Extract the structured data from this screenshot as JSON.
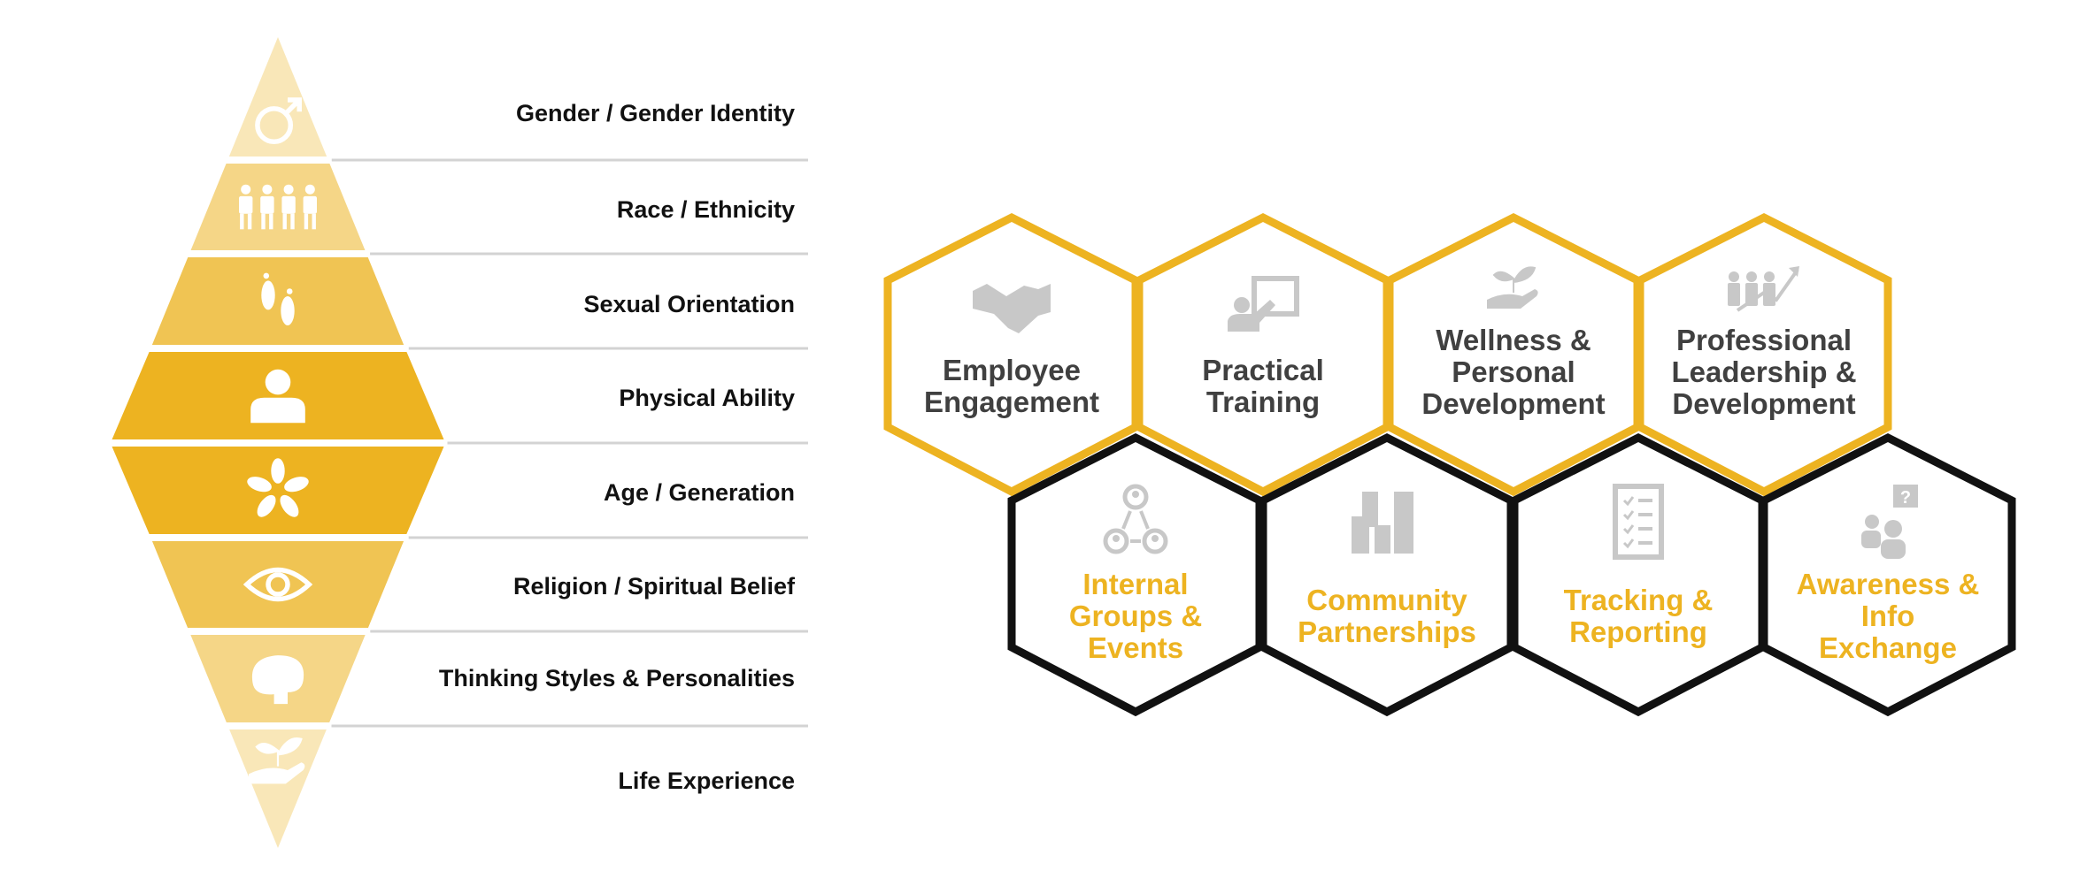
{
  "colors": {
    "gold": "#EDB321",
    "black": "#111111",
    "dark_text": "#404040",
    "icon_gray": "#C8C8C8",
    "divider": "#D3D3D3",
    "bands": [
      "#F9E7B8",
      "#F5D687",
      "#F0C453",
      "#EDB321",
      "#EDB321",
      "#F0C453",
      "#F5D687",
      "#F9E7B8"
    ]
  },
  "diamond": {
    "layers": [
      {
        "label": "Gender / Gender Identity",
        "icon": "gender-male-icon"
      },
      {
        "label": "Race / Ethnicity",
        "icon": "people-group-icon"
      },
      {
        "label": "Sexual Orientation",
        "icon": "footprints-icon"
      },
      {
        "label": "Physical Ability",
        "icon": "person-icon"
      },
      {
        "label": "Age / Generation",
        "icon": "hands-circle-icon"
      },
      {
        "label": "Religion / Spiritual Belief",
        "icon": "eye-icon"
      },
      {
        "label": "Thinking Styles & Personalities",
        "icon": "brain-icon"
      },
      {
        "label": "Life Experience",
        "icon": "plant-hand-icon"
      }
    ]
  },
  "hexagons": {
    "top_row": [
      {
        "lines": [
          "Employee",
          "Engagement"
        ],
        "icon": "handshake-icon"
      },
      {
        "lines": [
          "Practical",
          "Training"
        ],
        "icon": "presentation-icon"
      },
      {
        "lines": [
          "Wellness &",
          "Personal",
          "Development"
        ],
        "icon": "plant-hand-icon"
      },
      {
        "lines": [
          "Professional",
          "Leadership &",
          "Development"
        ],
        "icon": "team-growth-icon"
      }
    ],
    "bottom_row": [
      {
        "lines": [
          "Internal",
          "Groups &",
          "Events"
        ],
        "icon": "network-people-icon"
      },
      {
        "lines": [
          "Community",
          "Partnerships"
        ],
        "icon": "buildings-icon"
      },
      {
        "lines": [
          "Tracking &",
          "Reporting"
        ],
        "icon": "checklist-icon"
      },
      {
        "lines": [
          "Awareness &",
          "Info",
          "Exchange"
        ],
        "icon": "question-people-icon"
      }
    ]
  }
}
